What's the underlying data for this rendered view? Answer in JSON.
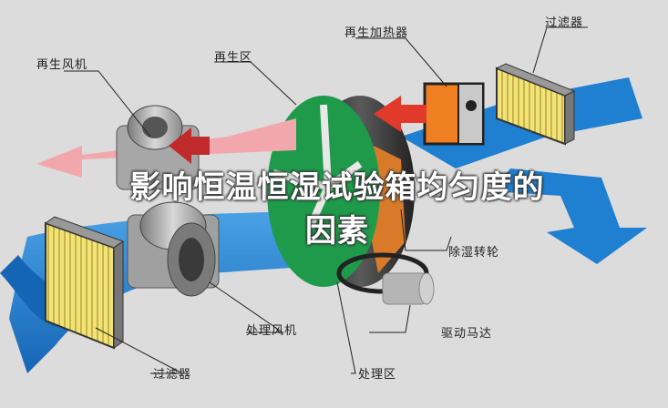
{
  "labels": {
    "regen_fan": "再生风机",
    "regen_zone": "再生区",
    "regen_heater": "再生加热器",
    "filter_top": "过滤器",
    "dehumid_wheel": "除湿转轮",
    "process_fan": "处理风机",
    "drive_motor": "驱动马达",
    "filter_bottom": "过滤器",
    "process_zone": "处理区"
  },
  "overlay": {
    "line1": "影响恒温恒湿试验箱均匀度的",
    "line2": "因素"
  },
  "colors": {
    "process_air": "#1f7fd0",
    "regen_air_hot": "#e23a2a",
    "regen_air_exhaust": "#f2a7ad",
    "wheel_regen_zone": "#1e9a4a",
    "wheel_rim": "#3a3a3a",
    "filter_media": "#f1e27a",
    "heater_body": "#f07f22",
    "background": "#dcdcdc"
  }
}
